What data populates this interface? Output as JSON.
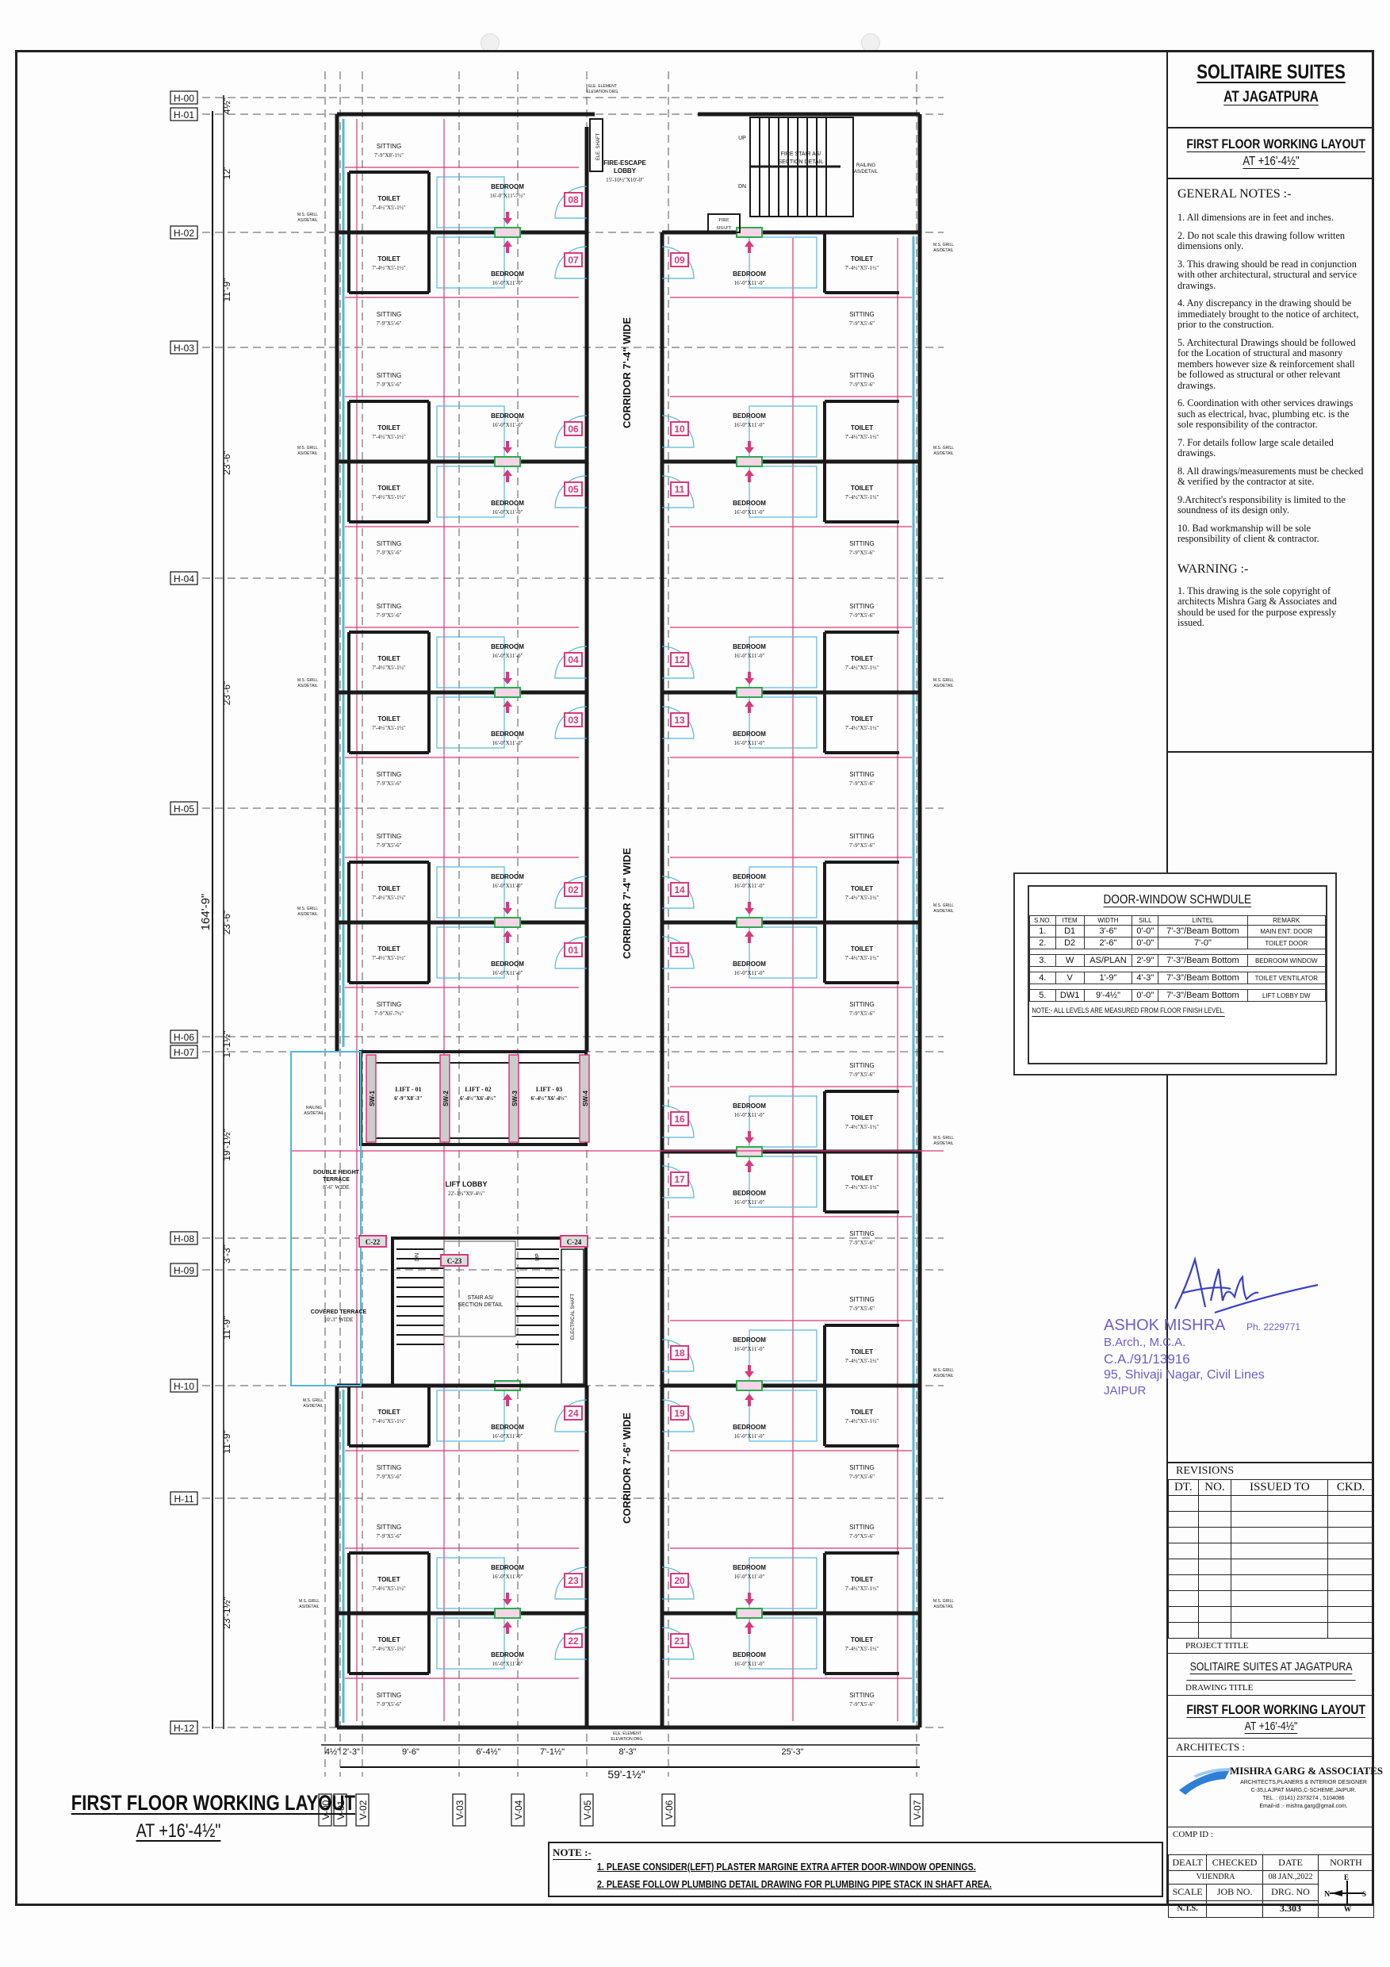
{
  "colors": {
    "wall": "#1a1a1a",
    "dimension": "#d63a78",
    "window": "#54b7d9",
    "grid": "#555555",
    "stamp": "#6d5cc9",
    "door_tag": "#d63a78"
  },
  "title_block": {
    "project_name": "SOLITAIRE SUITES",
    "project_location": "AT JAGATPURA",
    "drawing_title": "FIRST FLOOR WORKING LAYOUT",
    "drawing_level": "AT +16'-4½\"",
    "general_notes_heading": "GENERAL NOTES :-",
    "general_notes": [
      "1. All dimensions are in feet and inches.",
      "2. Do not scale this drawing follow written dimensions only.",
      "3. This drawing should be read in conjunction with other architectural, structural and service drawings.",
      "4. Any discrepancy in the drawing should be immediately brought to the notice of architect, prior to the construction.",
      "5. Architectural Drawings should be followed for the Location of structural and masonry members however size & reinforcement shall be followed as structural or other relevant drawings.",
      "6. Coordination with other services drawings such as electrical, hvac, plumbing etc. is the sole responsibility of the contractor.",
      "7. For details follow large scale detailed drawings.",
      "8. All drawings/measurements must be checked & verified by the contractor at site.",
      "9.Architect's responsibility is limited to the soundness of its design only.",
      "10. Bad workmanship will be sole responsibility of client & contractor."
    ],
    "warning_heading": "WARNING :-",
    "warnings": [
      "1. This drawing is the sole copyright of architects Mishra Garg & Associates and should be used for the purpose expressly issued."
    ],
    "revisions_heading": "REVISIONS",
    "revision_columns": [
      "DT.",
      "NO.",
      "ISSUED TO",
      "CKD."
    ],
    "project_title_label": "PROJECT TITLE",
    "project_title": "SOLITAIRE SUITES AT JAGATPURA",
    "drawing_title_label": "DRAWING TITLE",
    "architects_label": "ARCHITECTS :",
    "firm": {
      "name": "MISHRA GARG & ASSOCIATES",
      "tagline": "ARCHITECTS,PLANERS & INTERIOR DESIGNER",
      "address": "C-35,LAJPAT MARG,C-SCHEME,JAIPUR.",
      "tel": "TEL. : (0141) 2373274 , 5104086",
      "email": "Email-id :- mishra.garg@gmail.com."
    },
    "comp_id_label": "COMP ID :",
    "info": {
      "dealt_label": "DEALT",
      "checked_label": "CHECKED",
      "date_label": "DATE",
      "north_label": "NORTH",
      "dealt_checked": "VIJENDRA",
      "date": "08 JAN.,2022",
      "scale_label": "SCALE",
      "job_no_label": "JOB NO.",
      "drg_no_label": "DRG. NO",
      "scale": "N.T.S.",
      "job_no": "",
      "drg_no": "3.303"
    },
    "compass": {
      "n": "N",
      "e": "E",
      "s": "S",
      "w": "W"
    }
  },
  "schedule": {
    "title": "DOOR-WINDOW SCHWDULE",
    "columns": [
      "S.NO.",
      "ITEM",
      "WIDTH",
      "SILL",
      "LINTEL",
      "REMARK"
    ],
    "rows": [
      [
        "1.",
        "D1",
        "3'-6\"",
        "0'-0\"",
        "7'-3\"/Beam Bottom",
        "MAIN ENT. DOOR"
      ],
      [
        "2.",
        "D2",
        "2'-6\"",
        "0'-0\"",
        "7'-0\"",
        "TOILET DOOR"
      ],
      [
        "3.",
        "W",
        "AS/PLAN",
        "2'-9\"",
        "7'-3\"/Beam Bottom",
        "BEDROOM WINDOW"
      ],
      [
        "4.",
        "V",
        "1'-9\"",
        "4'-3\"",
        "7'-3\"/Beam Bottom",
        "TOILET VENTILATOR"
      ],
      [
        "5.",
        "DW1",
        "9'-4½\"",
        "0'-0\"",
        "7'-3\"/Beam Bottom",
        "LIFT LOBBY DW"
      ]
    ],
    "note": "NOTE:-  ALL LEVELS ARE MEASURED FROM FLOOR FINISH LEVEL."
  },
  "stamp": {
    "name": "ASHOK MISHRA",
    "phone": "Ph. 2229771",
    "degree": "B.Arch., M.C.A.",
    "reg_no": "C.A./91/13916",
    "address": "95, Shivaji Nagar, Civil Lines",
    "city": "JAIPUR"
  },
  "plan_title": {
    "title": "FIRST FLOOR WORKING LAYOUT",
    "level": "AT +16'-4½\""
  },
  "notes": {
    "heading": "NOTE :-",
    "items": [
      "1. PLEASE CONSIDER(LEFT) PLASTER MARGINE EXTRA AFTER DOOR-WINDOW OPENINGS.",
      "2. PLEASE FOLLOW PLUMBING DETAIL DRAWING FOR PLUMBING PIPE STACK IN SHAFT AREA."
    ]
  },
  "plan": {
    "grid_h": [
      "H-00",
      "H-01",
      "H-02",
      "H-03",
      "H-04",
      "H-05",
      "H-06",
      "H-07",
      "H-08",
      "H-09",
      "H-10",
      "H-11",
      "H-12"
    ],
    "grid_v": [
      "V-00",
      "V-01",
      "V-02",
      "V-03",
      "V-04",
      "V-05",
      "V-06",
      "V-07"
    ],
    "dims_left": [
      "4½\"",
      "12'",
      "11'-9\"",
      "23'-6\"",
      "23'-6\"",
      "23'-6\"",
      "1'-1½\"",
      "19'-1½\"",
      "3'-3\"",
      "11'-9\"",
      "11'-9\"",
      "23'-1½\""
    ],
    "dim_left_total": "164'-9\"",
    "dims_bottom": [
      "4½\"",
      "2'-3\"",
      "9'-6\"",
      "6'-4½\"",
      "7'-1½\"",
      "8'-3\"",
      "25'-3\""
    ],
    "dim_bottom_total": "59'-1½\"",
    "room_labels": {
      "bedroom": "BEDROOM",
      "toilet": "TOILET",
      "sitting": "SITTING"
    },
    "units": [
      {
        "no": "08",
        "bedroom": "16'-0\"X11'-7½\"",
        "toilet": "7'-4½\"X5'-1½\"",
        "sitting": "7'-9\"X8'-1½\""
      },
      {
        "no": "07",
        "bedroom": "16'-0\"X11'-0\"",
        "toilet": "7'-4½\"X5'-1½\"",
        "sitting": "7'-9\"X5'-6\""
      },
      {
        "no": "06",
        "bedroom": "16'-0\"X11'-0\"",
        "toilet": "7'-4½\"X5'-1½\"",
        "sitting": "7'-9\"X5'-6\""
      },
      {
        "no": "05",
        "bedroom": "16'-0\"X11'-0\"",
        "toilet": "7'-4½\"X5'-1½\"",
        "sitting": "7'-9\"X5'-6\""
      },
      {
        "no": "04",
        "bedroom": "16'-0\"X11'-0\"",
        "toilet": "7'-4½\"X5'-1½\"",
        "sitting": "7'-9\"X5'-6\""
      },
      {
        "no": "03",
        "bedroom": "16'-0\"X11'-0\"",
        "toilet": "7'-4½\"X5'-1½\"",
        "sitting": "7'-9\"X5'-6\""
      },
      {
        "no": "02",
        "bedroom": "16'-0\"X11'-0\"",
        "toilet": "7'-4½\"X5'-1½\"",
        "sitting": "7'-9\"X5'-6\""
      },
      {
        "no": "01",
        "bedroom": "16'-0\"X11'-0\"",
        "toilet": "7'-4½\"X5'-1½\"",
        "sitting": "7'-9\"X6'-7½\""
      },
      {
        "no": "24",
        "bedroom": "16'-0\"X11'-0\"",
        "toilet": "7'-4½\"X5'-1½\"",
        "sitting": "7'-9\"X5'-6\""
      },
      {
        "no": "23",
        "bedroom": "16'-0\"X11'-0\"",
        "toilet": "7'-4½\"X5'-1½\"",
        "sitting": "7'-9\"X5'-6\""
      },
      {
        "no": "22",
        "bedroom": "16'-0\"X11'-0\"",
        "toilet": "7'-4½\"X5'-1½\"",
        "sitting": "7'-9\"X5'-6\""
      },
      {
        "no": "09",
        "bedroom": "16'-0\"X11'-0\"",
        "toilet": "7'-4½\"X5'-1½\"",
        "sitting": "7'-9\"X5'-6\""
      },
      {
        "no": "10",
        "bedroom": "16'-0\"X11'-0\"",
        "toilet": "7'-4½\"X5'-1½\"",
        "sitting": "7'-9\"X5'-6\""
      },
      {
        "no": "11",
        "bedroom": "16'-0\"X11'-0\"",
        "toilet": "7'-4½\"X5'-1½\"",
        "sitting": "7'-9\"X5'-6\""
      },
      {
        "no": "12",
        "bedroom": "16'-0\"X11'-0\"",
        "toilet": "7'-4½\"X5'-1½\"",
        "sitting": "7'-9\"X5'-6\""
      },
      {
        "no": "13",
        "bedroom": "16'-0\"X11'-0\"",
        "toilet": "7'-4½\"X5'-1½\"",
        "sitting": "7'-9\"X5'-6\""
      },
      {
        "no": "14",
        "bedroom": "16'-0\"X11'-0\"",
        "toilet": "7'-4½\"X5'-1½\"",
        "sitting": "7'-9\"X5'-6\""
      },
      {
        "no": "15",
        "bedroom": "16'-0\"X11'-0\"",
        "toilet": "7'-4½\"X5'-1½\"",
        "sitting": "7'-9\"X5'-6\""
      },
      {
        "no": "16",
        "bedroom": "16'-0\"X11'-0\"",
        "toilet": "7'-4½\"X5'-1½\"",
        "sitting": "7'-9\"X5'-6\""
      },
      {
        "no": "17",
        "bedroom": "16'-0\"X11'-0\"",
        "toilet": "7'-4½\"X5'-1½\"",
        "sitting": "7'-9\"X5'-6\""
      },
      {
        "no": "18",
        "bedroom": "16'-0\"X11'-0\"",
        "toilet": "7'-4½\"X5'-1½\"",
        "sitting": "7'-9\"X5'-6\""
      },
      {
        "no": "19",
        "bedroom": "16'-0\"X11'-0\"",
        "toilet": "7'-4½\"X5'-1½\"",
        "sitting": "7'-9\"X5'-6\""
      },
      {
        "no": "20",
        "bedroom": "16'-0\"X11'-0\"",
        "toilet": "7'-4½\"X5'-1½\"",
        "sitting": "7'-9\"X5'-6\""
      },
      {
        "no": "21",
        "bedroom": "16'-0\"X11'-0\"",
        "toilet": "7'-4½\"X5'-1½\"",
        "sitting": "7'-9\"X5'-6\""
      }
    ],
    "corridors": [
      "CORRIDOR 7'-4\" WIDE",
      "CORRIDOR 7'-4\" WIDE",
      "CORRIDOR 7'-6\" WIDE"
    ],
    "areas": {
      "fire_escape_lobby": "FIRE-ESCAPE",
      "fire_escape_lobby_2": "LOBBY",
      "fire_escape_lobby_size": "15'-10½\"X10'-0\"",
      "fire_stair": "FIRE STAIR AS/",
      "fire_stair_2": "SECTION DETAIL",
      "up": "UP",
      "dn": "DN",
      "railing": "RAILING",
      "railing_2": "AS/DETAIL",
      "fire_shaft": "FIRE",
      "fire_shaft_2": "SHAFT",
      "ele_shaft": "ELE. SHAFT",
      "ele_element": "ELE. ELEMENT",
      "ele_element_2": "ELEVATION DRG.",
      "ms_grill": "M.S. GRILL",
      "ms_grill_2": "AS/DETAIL",
      "lift_01": "LIFT - 01",
      "lift_01_size": "6'-9\"X8'-3\"",
      "lift_02": "LIFT - 02",
      "lift_02_size": "6'-4½\"X6'-4½\"",
      "lift_03": "LIFT - 03",
      "lift_03_size": "6'-4½\"X6'-4½\"",
      "shear_walls": [
        "SW-1",
        "SW-2",
        "SW-3",
        "SW-4"
      ],
      "lift_lobby": "LIFT LOBBY",
      "lift_lobby_size": "22'-1½\"X9'-4½\"",
      "double_terrace": "DOUBLE HEIGHT",
      "double_terrace_2": "TERRACE",
      "double_terrace_size": "8'-6\" WIDE",
      "covered_terrace": "COVERED TERRACE",
      "covered_terrace_size": "10'-3\" WIDE",
      "stair": "STAIR AS/",
      "stair_2": "SECTION DETAIL",
      "electrical_shaft": "ELECTRICAL SHAFT",
      "columns": [
        "C-22",
        "C-23",
        "C-24"
      ]
    }
  }
}
